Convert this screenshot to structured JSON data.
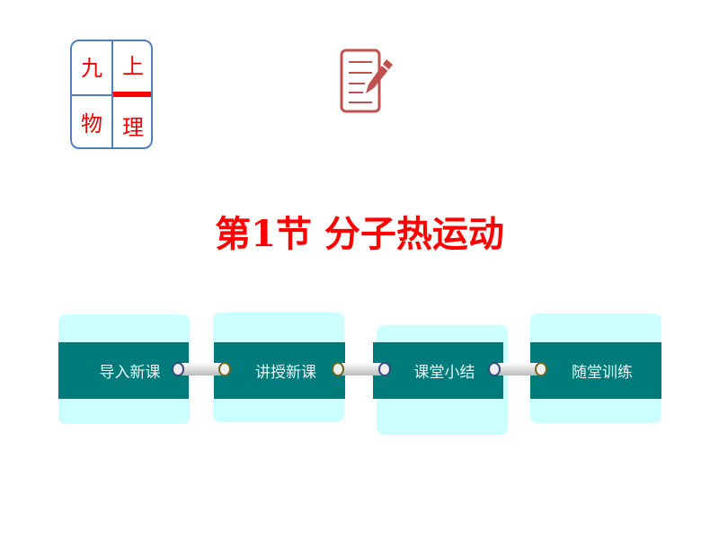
{
  "badge": {
    "chars": [
      "九",
      "上",
      "物",
      "理"
    ]
  },
  "title": "第1节 分子热运动",
  "nav": [
    {
      "label": "导入新课"
    },
    {
      "label": "讲授新课"
    },
    {
      "label": "课堂小结"
    },
    {
      "label": "随堂训练"
    }
  ],
  "colors": {
    "accent": "#ff0000",
    "band": "#007b7b",
    "card": "#ccffff",
    "border": "#4f7fbf"
  }
}
